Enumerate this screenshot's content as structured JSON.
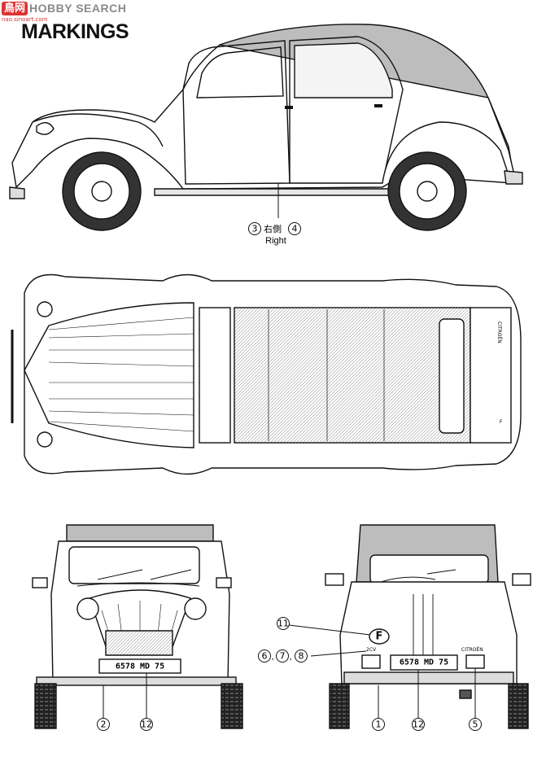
{
  "watermark": {
    "logo": "鳥网",
    "text": "HOBBY SEARCH",
    "url": "nao.sinoart.com"
  },
  "title": "MARKINGS",
  "side_view": {
    "markings": [
      "3",
      "4"
    ],
    "japanese_label": "右側",
    "english_label": "Right"
  },
  "front_view": {
    "markings": [
      "2",
      "12"
    ],
    "plate": "6578 MD 75"
  },
  "rear_view": {
    "markings": [
      "1",
      "12",
      "5",
      "11"
    ],
    "combo_markings": [
      "6",
      "7",
      "8"
    ],
    "plate": "6578 MD 75",
    "country_badge": "F",
    "model_badge": "2CV",
    "brand_badge": "CITROËN"
  }
}
